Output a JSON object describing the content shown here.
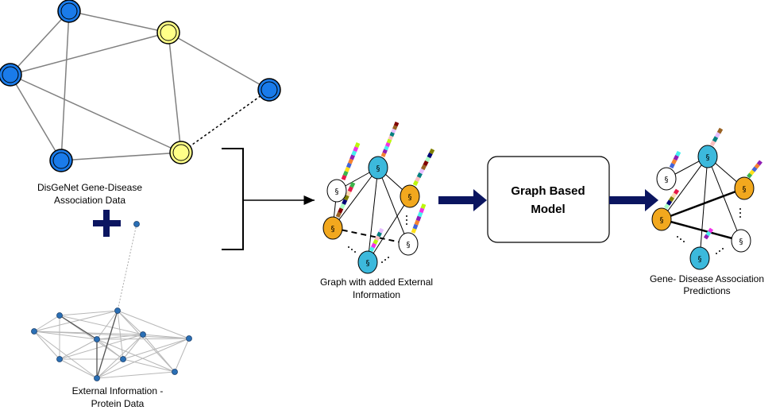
{
  "labels": {
    "disgenet_line1": "DisGeNet Gene-Disease",
    "disgenet_line2": "Association Data",
    "external_line1": "External Information -",
    "external_line2": "Protein Data",
    "graph_line1": "Graph with added External",
    "graph_line2": "Information",
    "model_line1": "Graph Based",
    "model_line2": "Model",
    "pred_line1": "Gene- Disease Association",
    "pred_line2": "Predictions"
  },
  "colors": {
    "gene_blue": "#1a7bea",
    "disease_yellow": "#ffff88",
    "node_cyan": "#3cb9dc",
    "node_orange": "#f2a81e",
    "arrow_navy": "#0b1560",
    "edge_gray": "#808080"
  },
  "icons": {
    "plus": "plus-icon",
    "bracket": "bracket-icon",
    "model_box": "model-box"
  }
}
